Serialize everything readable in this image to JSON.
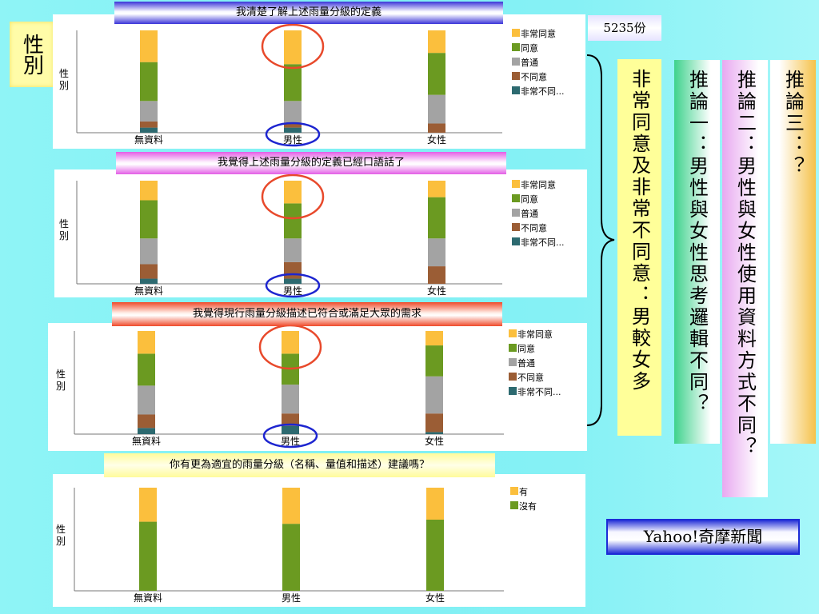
{
  "side_label": "性別",
  "response_count": "5235份",
  "source_label": "Yahoo!奇摩新聞",
  "conclusions": {
    "observation": "非常同意及非常不同意：男較女多",
    "inference_1": "推論一：男性與女性思考邏輯不同？",
    "inference_2": "推論二：男性與女性使用資料方式不同？",
    "inference_3": "推論三：？"
  },
  "colors": {
    "strongly_agree": "#fbbf3d",
    "agree": "#6b9a21",
    "neutral": "#a3a3a3",
    "disagree": "#9b5d35",
    "strongly_disagree": "#2d6a70",
    "highlight_red": "#e8492b",
    "highlight_blue": "#1d25d0"
  },
  "chart_data": [
    {
      "type": "bar",
      "stacked": true,
      "title": "我清楚了解上述雨量分級的定義",
      "ylabel": "性別",
      "categories": [
        "無資料",
        "男性",
        "女性"
      ],
      "series": [
        {
          "name": "非常不同...",
          "values": [
            5,
            5,
            0
          ]
        },
        {
          "name": "不同意",
          "values": [
            6,
            5,
            9
          ]
        },
        {
          "name": "普通",
          "values": [
            20,
            21,
            28
          ]
        },
        {
          "name": "同意",
          "values": [
            38,
            36,
            41
          ]
        },
        {
          "name": "非常同意",
          "values": [
            31,
            33,
            22
          ]
        }
      ],
      "ylim": [
        0,
        100
      ],
      "legend": "right"
    },
    {
      "type": "bar",
      "stacked": true,
      "title": "我覺得上述雨量分級的定義已經口語話了",
      "ylabel": "性別",
      "categories": [
        "無資料",
        "男性",
        "女性"
      ],
      "series": [
        {
          "name": "非常不同...",
          "values": [
            5,
            5,
            0
          ]
        },
        {
          "name": "不同意",
          "values": [
            14,
            16,
            17
          ]
        },
        {
          "name": "普通",
          "values": [
            25,
            23,
            27
          ]
        },
        {
          "name": "同意",
          "values": [
            37,
            34,
            40
          ]
        },
        {
          "name": "非常同意",
          "values": [
            19,
            22,
            16
          ]
        }
      ],
      "ylim": [
        0,
        100
      ],
      "legend": "right"
    },
    {
      "type": "bar",
      "stacked": true,
      "title": "我覺得現行雨量分級描述已符合或滿足大眾的需求",
      "ylabel": "性別",
      "categories": [
        "無資料",
        "男性",
        "女性"
      ],
      "series": [
        {
          "name": "非常不同...",
          "values": [
            6,
            8,
            2
          ]
        },
        {
          "name": "不同意",
          "values": [
            13,
            12,
            18
          ]
        },
        {
          "name": "普通",
          "values": [
            28,
            28,
            36
          ]
        },
        {
          "name": "同意",
          "values": [
            31,
            30,
            30
          ]
        },
        {
          "name": "非常同意",
          "values": [
            22,
            22,
            14
          ]
        }
      ],
      "ylim": [
        0,
        100
      ],
      "legend": "right"
    },
    {
      "type": "bar",
      "stacked": true,
      "title": "你有更為適宜的雨量分級（名稱、量值和描述）建議嗎？",
      "ylabel": "性別",
      "categories": [
        "無資料",
        "男性",
        "女性"
      ],
      "series": [
        {
          "name": "沒有",
          "values": [
            67,
            65,
            69
          ]
        },
        {
          "name": "有",
          "values": [
            33,
            35,
            31
          ]
        }
      ],
      "ylim": [
        0,
        100
      ],
      "legend": "right"
    }
  ]
}
